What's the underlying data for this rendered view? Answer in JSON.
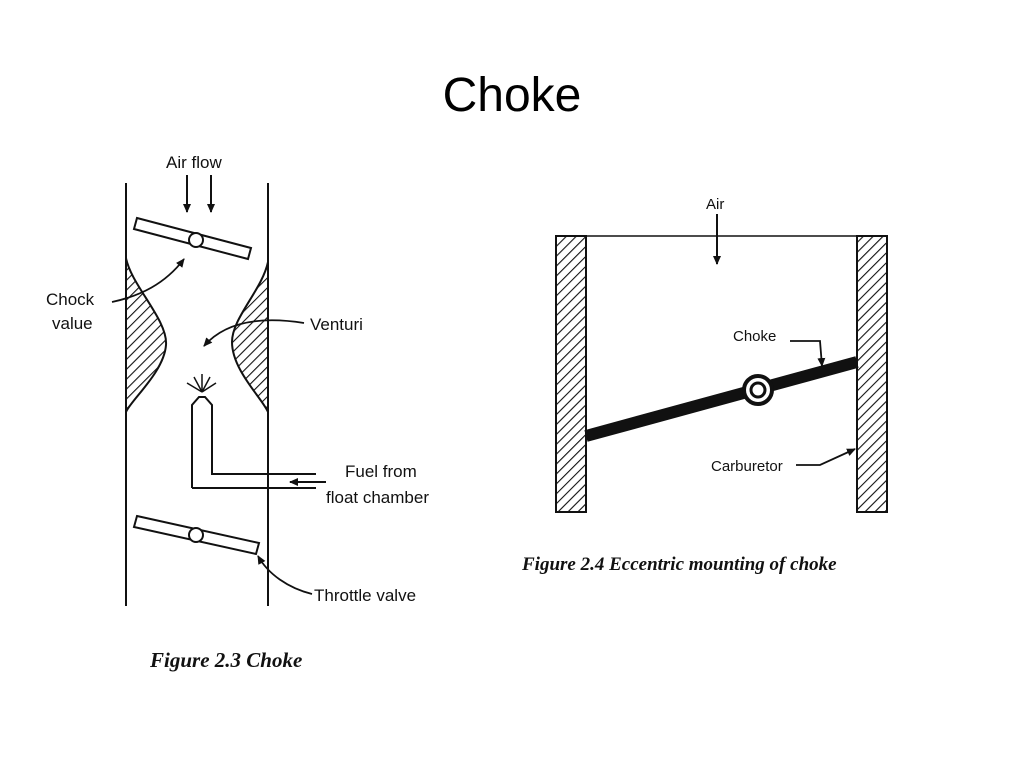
{
  "slide": {
    "title": "Choke"
  },
  "figure_2_3": {
    "labels": {
      "air_flow": "Air flow",
      "choke_valve_line1": "Chock",
      "choke_valve_line2": "value",
      "venturi": "Venturi",
      "fuel_line1": "Fuel from",
      "fuel_line2": "float chamber",
      "throttle_valve": "Throttle valve"
    },
    "caption": "Figure 2.3 Choke"
  },
  "figure_2_4": {
    "labels": {
      "air": "Air",
      "choke": "Choke",
      "carburetor": "Carburetor"
    },
    "caption": "Figure 2.4 Eccentric mounting of choke"
  }
}
